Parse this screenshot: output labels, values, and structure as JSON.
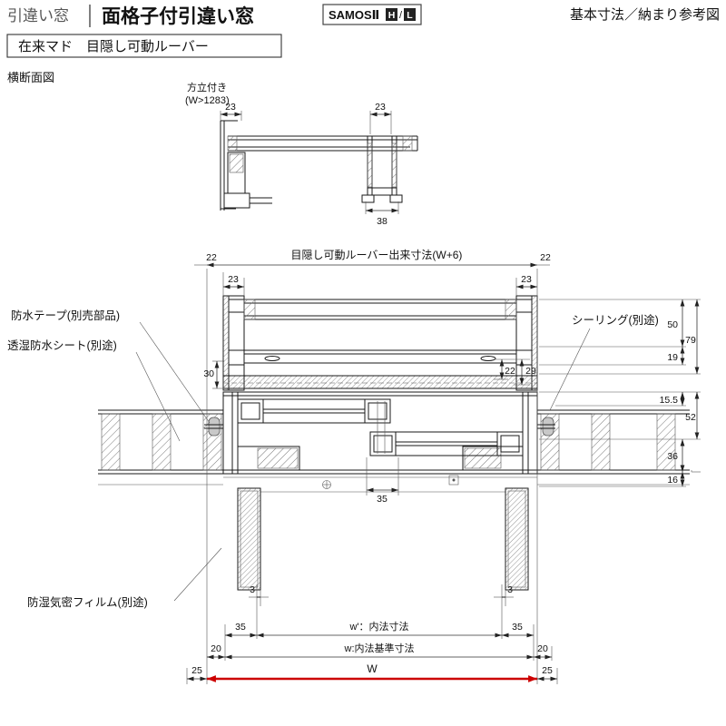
{
  "header": {
    "category": "引違い窓",
    "title": "面格子付引違い窓",
    "brand": "SAMOSⅡ",
    "variant_h": "H",
    "variant_sep": "/",
    "variant_l": "L",
    "right_note": "基本寸法／納まり参考図",
    "sub_label": "在来マド　目隠し可動ルーバー"
  },
  "drawing": {
    "view_label": "横断面図",
    "pillar_label": "方立付き",
    "pillar_cond": "(W>1283)",
    "pd23a": "23",
    "pd23b": "23",
    "pd38": "38",
    "span_label": "目隠し可動ルーバー出来寸法(W+6)",
    "d22L": "22",
    "d22R": "22",
    "d23L": "23",
    "d23R": "23",
    "d30": "30",
    "d22i": "22",
    "d29i": "29",
    "d35c": "35",
    "d50": "50",
    "d19": "19",
    "d79": "79",
    "d155": "15.5",
    "d52": "52",
    "d36": "36",
    "d16": "16",
    "d3L": "3",
    "d3R": "3",
    "d35L": "35",
    "d35R": "35",
    "w_inner": "w'：内法寸法",
    "d20L": "20",
    "d20R": "20",
    "w_base": "w:内法基準寸法",
    "d25L": "25",
    "d25R": "25",
    "w_mark": "W",
    "callout_tape": "防水テープ(別売部品)",
    "callout_sheet": "透湿防水シート(別途)",
    "callout_seal": "シーリング(別途)",
    "callout_film": "防湿気密フィルム(別途)"
  },
  "colors": {
    "accent_red": "#cc0000",
    "line": "#1a1a1a"
  }
}
